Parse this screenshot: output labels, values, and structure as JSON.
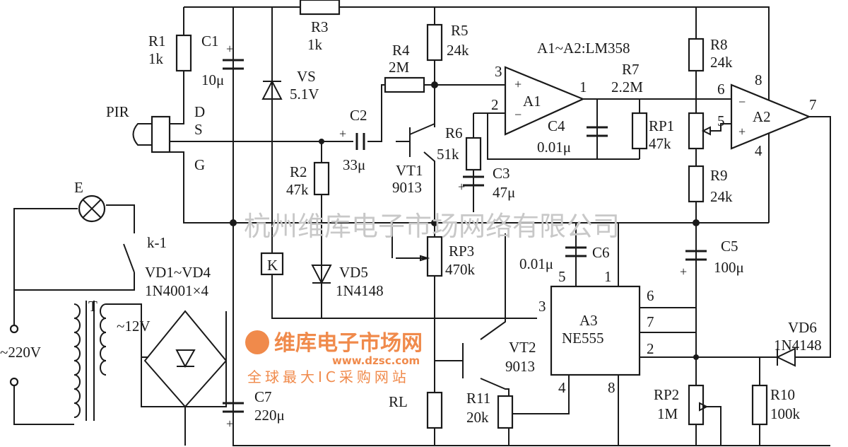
{
  "title": "A1~A2:LM358",
  "components": {
    "R1": {
      "name": "R1",
      "value": "1k"
    },
    "C1": {
      "name": "C1",
      "value": "10μ"
    },
    "R3": {
      "name": "R3",
      "value": "1k"
    },
    "VS": {
      "name": "VS",
      "value": "5.1V"
    },
    "R5": {
      "name": "R5",
      "value": "24k"
    },
    "R4": {
      "name": "R4",
      "value": "2M"
    },
    "C2": {
      "name": "C2",
      "value": "33μ"
    },
    "R2": {
      "name": "R2",
      "value": "47k"
    },
    "VT1": {
      "name": "VT1",
      "value": "9013"
    },
    "R6": {
      "name": "R6",
      "value": "51k"
    },
    "C3": {
      "name": "C3",
      "value": "47μ"
    },
    "R7": {
      "name": "R7",
      "value": "2.2M"
    },
    "R8": {
      "name": "R8",
      "value": "24k"
    },
    "C4": {
      "name": "C4",
      "value": "0.01μ"
    },
    "RP1": {
      "name": "RP1",
      "value": "47k"
    },
    "R9": {
      "name": "R9",
      "value": "24k"
    },
    "A1": {
      "name": "A1"
    },
    "A2": {
      "name": "A2"
    },
    "PIR": {
      "name": "PIR",
      "pins": [
        "D",
        "S",
        "G"
      ]
    },
    "E": {
      "name": "E"
    },
    "K1": {
      "name": "k-1"
    },
    "VD1_4": {
      "name": "VD1~VD4",
      "value": "1N4001×4"
    },
    "T": {
      "name": "T",
      "secondary": "~12V"
    },
    "AC": {
      "name": "~220V"
    },
    "K": {
      "name": "K"
    },
    "VD5": {
      "name": "VD5",
      "value": "1N4148"
    },
    "RP3": {
      "name": "RP3",
      "value": "470k"
    },
    "C6": {
      "name": "C6",
      "value": "0.01μ"
    },
    "C5": {
      "name": "C5",
      "value": "100μ"
    },
    "A3": {
      "name": "A3",
      "value": "NE555"
    },
    "VT2": {
      "name": "VT2",
      "value": "9013"
    },
    "VD6": {
      "name": "VD6",
      "value": "1N4148"
    },
    "RL": {
      "name": "RL"
    },
    "R11": {
      "name": "R11",
      "value": "20k"
    },
    "RP2": {
      "name": "RP2",
      "value": "1M"
    },
    "R10": {
      "name": "R10",
      "value": "100k"
    },
    "C7": {
      "name": "C7",
      "value": "220μ"
    }
  },
  "pins": {
    "a1_in_plus": "3",
    "a1_in_minus": "2",
    "a1_out": "1",
    "a2_in_minus": "6",
    "a2_in_plus": "5",
    "a2_vcc": "8",
    "a2_out": "7",
    "a2_gnd": "4",
    "a3_5": "5",
    "a3_1": "1",
    "a3_6": "6",
    "a3_7": "7",
    "a3_2": "2",
    "a3_3": "3",
    "a3_8": "8",
    "a3_4": "4"
  },
  "watermark": {
    "company": "杭州维库电子市场网络有限公司",
    "brand": "维库电子市场网",
    "url": "www.dzsc.com",
    "slogan": "全球最大IC采购网站"
  }
}
